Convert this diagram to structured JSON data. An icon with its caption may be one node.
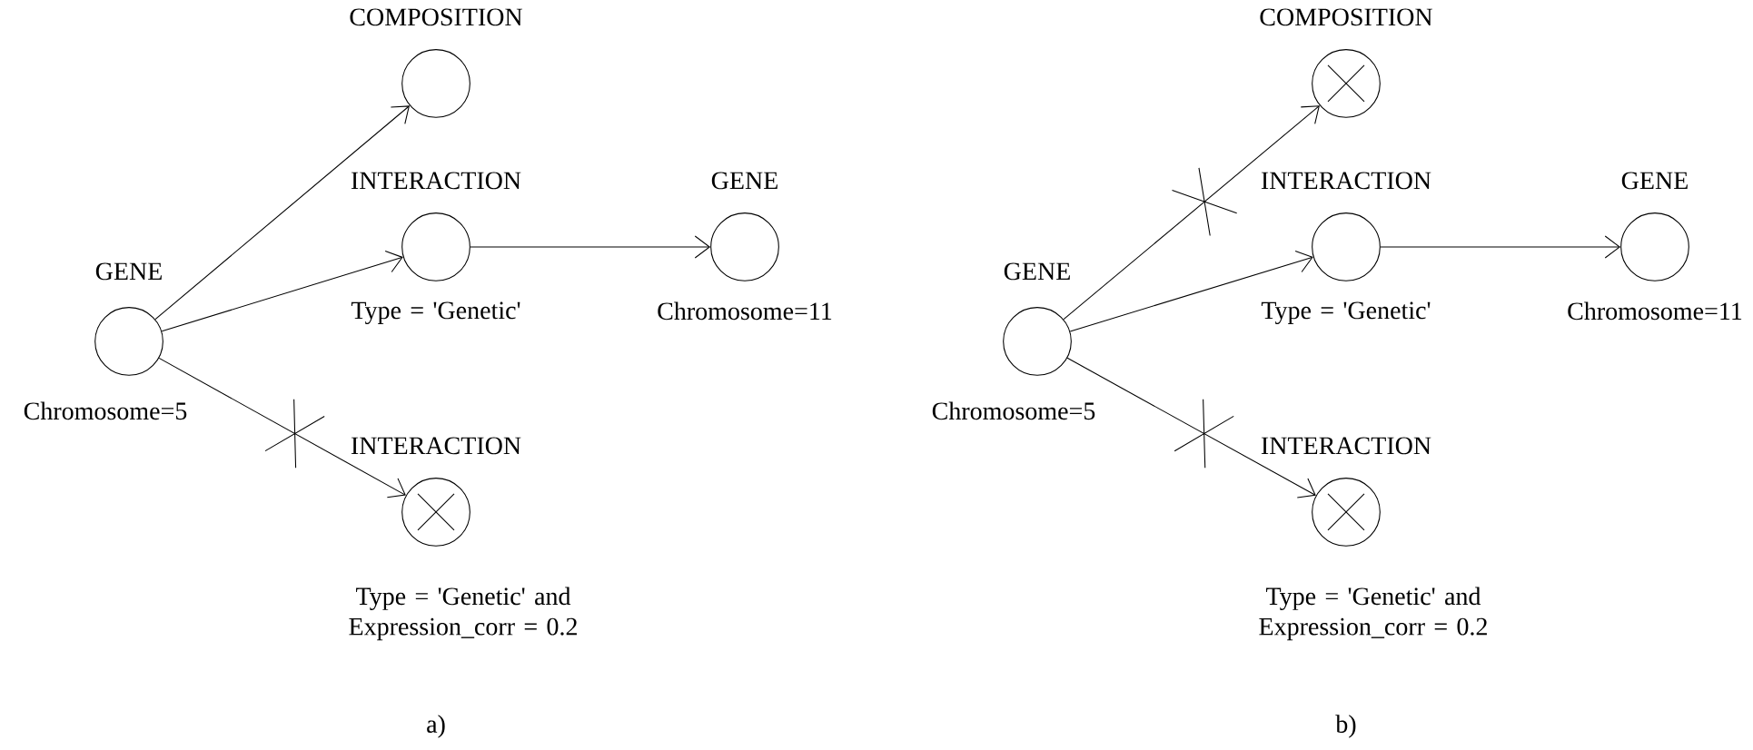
{
  "diagram": {
    "nodes": [
      {
        "text": [
          "GENE",
          "Chromosome=5"
        ]
      },
      {
        "text": [
          "COMPOSITION"
        ]
      },
      {
        "text": [
          "INTERACTION",
          "Type = 'Genetic'"
        ]
      },
      {
        "text": [
          "GENE",
          "Chromosome=11"
        ]
      },
      {
        "text": [
          "INTERACTION",
          "Type = 'Genetic' and Expression_corr = 0.2"
        ]
      },
      {
        "text": [
          "GENE",
          "Chromosome=5"
        ]
      },
      {
        "text": [
          "COMPOSITION"
        ]
      },
      {
        "text": [
          "INTERACTION",
          "Type = 'Genetic'"
        ]
      },
      {
        "text": [
          "GENE",
          "Chromosome=11"
        ]
      },
      {
        "text": [
          "INTERACTION",
          "Type = 'Genetic' and Expression_corr = 0.2"
        ]
      }
    ],
    "edges": [
      {
        "from": 0,
        "to": 1,
        "arrow": "to"
      },
      {
        "from": 0,
        "to": 2,
        "arrow": "to"
      },
      {
        "from": 0,
        "to": 4,
        "arrow": "to"
      },
      {
        "from": 2,
        "to": 3,
        "arrow": "to"
      },
      {
        "from": 5,
        "to": 6,
        "arrow": "to"
      },
      {
        "from": 5,
        "to": 7,
        "arrow": "to"
      },
      {
        "from": 5,
        "to": 9,
        "arrow": "to"
      },
      {
        "from": 7,
        "to": 8,
        "arrow": "to"
      }
    ],
    "labels": [
      "a)",
      "b)"
    ]
  }
}
